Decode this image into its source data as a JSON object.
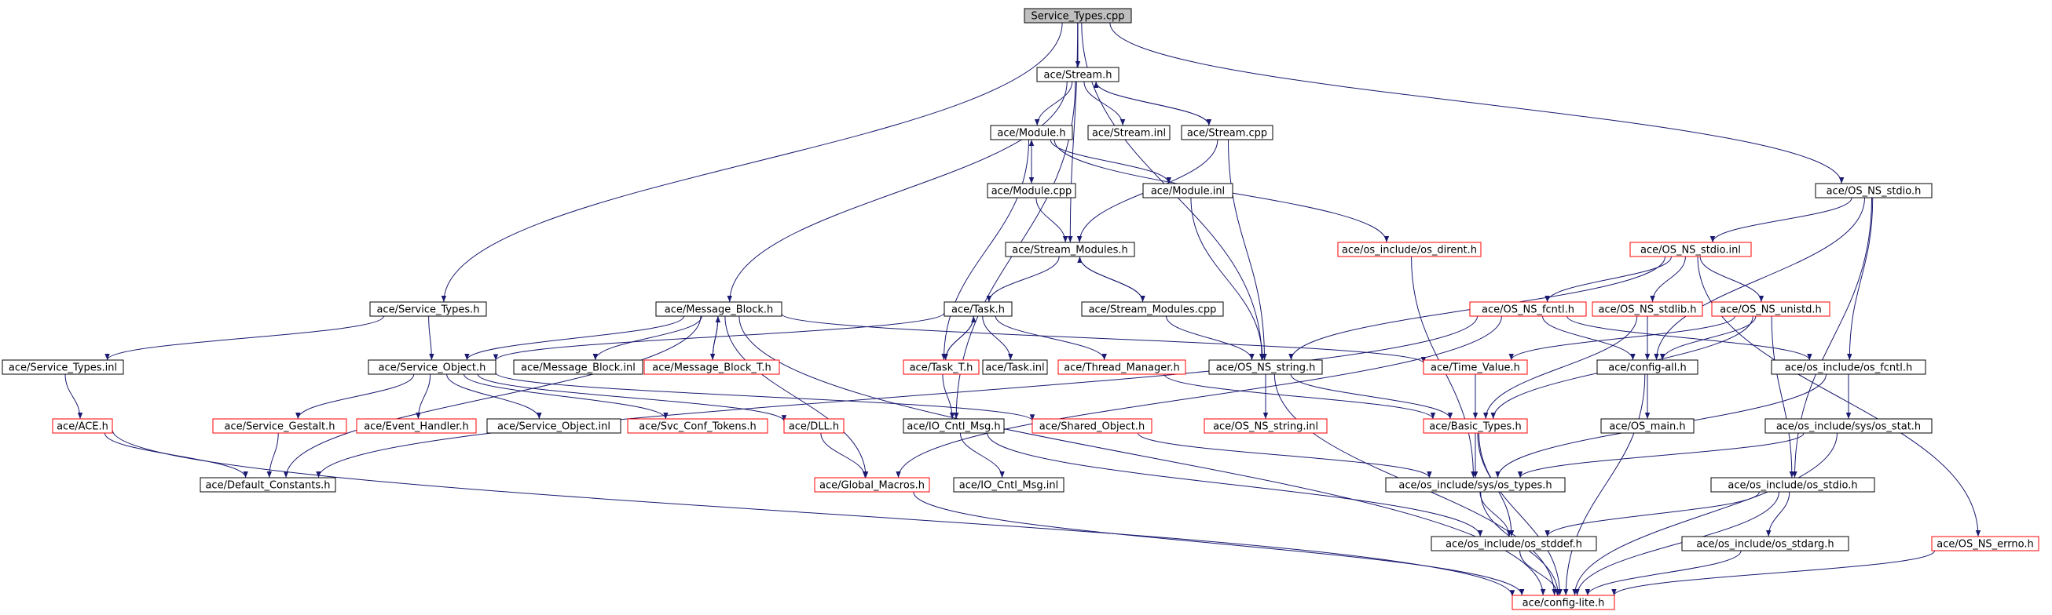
{
  "colors": {
    "edge": "#191970",
    "node_border_normal": "#000000",
    "node_border_missing": "#ff0000",
    "root_fill": "#bfbfbf",
    "node_fill": "#ffffff",
    "text": "#000000"
  },
  "nodes": [
    {
      "id": "root",
      "label": "Service_Types.cpp",
      "kind": "root"
    },
    {
      "id": "stream_h",
      "label": "ace/Stream.h",
      "kind": "normal"
    },
    {
      "id": "module_h",
      "label": "ace/Module.h",
      "kind": "normal"
    },
    {
      "id": "stream_inl",
      "label": "ace/Stream.inl",
      "kind": "normal"
    },
    {
      "id": "stream_cpp",
      "label": "ace/Stream.cpp",
      "kind": "normal"
    },
    {
      "id": "module_cpp",
      "label": "ace/Module.cpp",
      "kind": "normal"
    },
    {
      "id": "module_inl",
      "label": "ace/Module.inl",
      "kind": "normal"
    },
    {
      "id": "os_dirent",
      "label": "ace/os_include/os_dirent.h",
      "kind": "missing"
    },
    {
      "id": "os_ns_stdio_h",
      "label": "ace/OS_NS_stdio.h",
      "kind": "normal"
    },
    {
      "id": "stream_modules_h",
      "label": "ace/Stream_Modules.h",
      "kind": "normal"
    },
    {
      "id": "os_ns_stdio_inl",
      "label": "ace/OS_NS_stdio.inl",
      "kind": "missing"
    },
    {
      "id": "service_types_h",
      "label": "ace/Service_Types.h",
      "kind": "normal"
    },
    {
      "id": "message_block_h",
      "label": "ace/Message_Block.h",
      "kind": "normal"
    },
    {
      "id": "task_h",
      "label": "ace/Task.h",
      "kind": "normal"
    },
    {
      "id": "stream_modules_cpp",
      "label": "ace/Stream_Modules.cpp",
      "kind": "normal"
    },
    {
      "id": "os_ns_fcntl",
      "label": "ace/OS_NS_fcntl.h",
      "kind": "missing"
    },
    {
      "id": "os_ns_stdlib",
      "label": "ace/OS_NS_stdlib.h",
      "kind": "missing"
    },
    {
      "id": "os_ns_unistd",
      "label": "ace/OS_NS_unistd.h",
      "kind": "missing"
    },
    {
      "id": "service_types_inl",
      "label": "ace/Service_Types.inl",
      "kind": "normal"
    },
    {
      "id": "service_object_h",
      "label": "ace/Service_Object.h",
      "kind": "normal"
    },
    {
      "id": "message_block_inl",
      "label": "ace/Message_Block.inl",
      "kind": "normal"
    },
    {
      "id": "message_block_t",
      "label": "ace/Message_Block_T.h",
      "kind": "missing"
    },
    {
      "id": "task_t",
      "label": "ace/Task_T.h",
      "kind": "missing"
    },
    {
      "id": "task_inl",
      "label": "ace/Task.inl",
      "kind": "normal"
    },
    {
      "id": "thread_manager",
      "label": "ace/Thread_Manager.h",
      "kind": "missing"
    },
    {
      "id": "os_ns_string_h",
      "label": "ace/OS_NS_string.h",
      "kind": "normal"
    },
    {
      "id": "time_value",
      "label": "ace/Time_Value.h",
      "kind": "missing"
    },
    {
      "id": "config_all",
      "label": "ace/config-all.h",
      "kind": "normal"
    },
    {
      "id": "os_fcntl",
      "label": "ace/os_include/os_fcntl.h",
      "kind": "normal"
    },
    {
      "id": "ace_h",
      "label": "ace/ACE.h",
      "kind": "missing"
    },
    {
      "id": "service_gestalt",
      "label": "ace/Service_Gestalt.h",
      "kind": "missing"
    },
    {
      "id": "event_handler",
      "label": "ace/Event_Handler.h",
      "kind": "missing"
    },
    {
      "id": "service_object_inl",
      "label": "ace/Service_Object.inl",
      "kind": "normal"
    },
    {
      "id": "svc_conf_tokens",
      "label": "ace/Svc_Conf_Tokens.h",
      "kind": "missing"
    },
    {
      "id": "dll_h",
      "label": "ace/DLL.h",
      "kind": "missing"
    },
    {
      "id": "io_cntl_msg_h",
      "label": "ace/IO_Cntl_Msg.h",
      "kind": "normal"
    },
    {
      "id": "shared_object",
      "label": "ace/Shared_Object.h",
      "kind": "missing"
    },
    {
      "id": "os_ns_string_inl",
      "label": "ace/OS_NS_string.inl",
      "kind": "missing"
    },
    {
      "id": "basic_types",
      "label": "ace/Basic_Types.h",
      "kind": "missing"
    },
    {
      "id": "os_main",
      "label": "ace/OS_main.h",
      "kind": "normal"
    },
    {
      "id": "os_stat",
      "label": "ace/os_include/sys/os_stat.h",
      "kind": "normal"
    },
    {
      "id": "default_constants",
      "label": "ace/Default_Constants.h",
      "kind": "normal"
    },
    {
      "id": "global_macros",
      "label": "ace/Global_Macros.h",
      "kind": "missing"
    },
    {
      "id": "io_cntl_msg_inl",
      "label": "ace/IO_Cntl_Msg.inl",
      "kind": "normal"
    },
    {
      "id": "os_types",
      "label": "ace/os_include/sys/os_types.h",
      "kind": "normal"
    },
    {
      "id": "os_stdio",
      "label": "ace/os_include/os_stdio.h",
      "kind": "normal"
    },
    {
      "id": "os_stddef",
      "label": "ace/os_include/os_stddef.h",
      "kind": "normal"
    },
    {
      "id": "os_stdarg",
      "label": "ace/os_include/os_stdarg.h",
      "kind": "normal"
    },
    {
      "id": "os_ns_errno",
      "label": "ace/OS_NS_errno.h",
      "kind": "missing"
    },
    {
      "id": "config_lite",
      "label": "ace/config-lite.h",
      "kind": "missing"
    }
  ],
  "edges": [
    [
      "root",
      "stream_h"
    ],
    [
      "root",
      "service_types_h"
    ],
    [
      "root",
      "stream_modules_h"
    ],
    [
      "root",
      "os_ns_string_h"
    ],
    [
      "root",
      "os_ns_stdio_h"
    ],
    [
      "stream_h",
      "module_h"
    ],
    [
      "stream_h",
      "stream_inl"
    ],
    [
      "stream_h",
      "stream_cpp"
    ],
    [
      "stream_h",
      "message_block_h"
    ],
    [
      "stream_h",
      "io_cntl_msg_h"
    ],
    [
      "stream_cpp",
      "stream_h"
    ],
    [
      "stream_cpp",
      "stream_modules_h"
    ],
    [
      "stream_cpp",
      "os_ns_string_h"
    ],
    [
      "module_h",
      "module_cpp"
    ],
    [
      "module_h",
      "module_inl"
    ],
    [
      "module_h",
      "os_dirent"
    ],
    [
      "module_h",
      "task_t"
    ],
    [
      "module_cpp",
      "module_h"
    ],
    [
      "module_cpp",
      "stream_modules_h"
    ],
    [
      "module_inl",
      "os_ns_string_h"
    ],
    [
      "os_dirent",
      "os_types"
    ],
    [
      "stream_modules_h",
      "task_h"
    ],
    [
      "stream_modules_h",
      "stream_modules_cpp"
    ],
    [
      "stream_modules_cpp",
      "stream_modules_h"
    ],
    [
      "stream_modules_cpp",
      "os_ns_string_h"
    ],
    [
      "os_ns_stdio_h",
      "os_ns_stdio_inl"
    ],
    [
      "os_ns_stdio_h",
      "config_all"
    ],
    [
      "os_ns_stdio_h",
      "os_fcntl"
    ],
    [
      "os_ns_stdio_h",
      "os_stdio"
    ],
    [
      "os_ns_stdio_inl",
      "os_ns_string_h"
    ],
    [
      "os_ns_stdio_inl",
      "os_ns_fcntl"
    ],
    [
      "os_ns_stdio_inl",
      "os_ns_stdlib"
    ],
    [
      "os_ns_stdio_inl",
      "os_ns_unistd"
    ],
    [
      "os_ns_stdio_inl",
      "os_ns_errno"
    ],
    [
      "service_types_h",
      "service_types_inl"
    ],
    [
      "service_types_h",
      "service_object_h"
    ],
    [
      "service_types_inl",
      "ace_h"
    ],
    [
      "message_block_h",
      "service_object_h"
    ],
    [
      "message_block_h",
      "message_block_inl"
    ],
    [
      "message_block_h",
      "message_block_t"
    ],
    [
      "message_block_h",
      "time_value"
    ],
    [
      "message_block_h",
      "default_constants"
    ],
    [
      "message_block_h",
      "global_macros"
    ],
    [
      "message_block_h",
      "config_lite"
    ],
    [
      "message_block_t",
      "message_block_h"
    ],
    [
      "task_h",
      "service_object_h"
    ],
    [
      "task_h",
      "task_t"
    ],
    [
      "task_h",
      "task_inl"
    ],
    [
      "task_h",
      "thread_manager"
    ],
    [
      "task_t",
      "task_h"
    ],
    [
      "task_t",
      "io_cntl_msg_h"
    ],
    [
      "thread_manager",
      "basic_types"
    ],
    [
      "service_object_h",
      "service_gestalt"
    ],
    [
      "service_object_h",
      "event_handler"
    ],
    [
      "service_object_h",
      "service_object_inl"
    ],
    [
      "service_object_h",
      "svc_conf_tokens"
    ],
    [
      "service_object_h",
      "dll_h"
    ],
    [
      "service_object_h",
      "shared_object"
    ],
    [
      "service_gestalt",
      "default_constants"
    ],
    [
      "dll_h",
      "global_macros"
    ],
    [
      "shared_object",
      "os_types"
    ],
    [
      "ace_h",
      "default_constants"
    ],
    [
      "ace_h",
      "config_lite"
    ],
    [
      "io_cntl_msg_h",
      "io_cntl_msg_inl"
    ],
    [
      "io_cntl_msg_h",
      "os_stddef"
    ],
    [
      "global_macros",
      "config_lite"
    ],
    [
      "os_ns_string_h",
      "os_ns_string_inl"
    ],
    [
      "os_ns_string_h",
      "basic_types"
    ],
    [
      "os_ns_string_h",
      "config_lite"
    ],
    [
      "os_ns_fcntl",
      "config_all"
    ],
    [
      "os_ns_fcntl",
      "default_constants"
    ],
    [
      "os_ns_fcntl",
      "global_macros"
    ],
    [
      "os_ns_fcntl",
      "os_fcntl"
    ],
    [
      "os_ns_stdlib",
      "config_all"
    ],
    [
      "os_ns_stdlib",
      "basic_types"
    ],
    [
      "os_ns_unistd",
      "time_value"
    ],
    [
      "os_ns_unistd",
      "config_all"
    ],
    [
      "os_ns_unistd",
      "basic_types"
    ],
    [
      "os_ns_unistd",
      "os_stdio"
    ],
    [
      "time_value",
      "basic_types"
    ],
    [
      "config_all",
      "os_main"
    ],
    [
      "config_all",
      "config_lite"
    ],
    [
      "os_fcntl",
      "os_stat"
    ],
    [
      "os_fcntl",
      "os_types"
    ],
    [
      "os_stat",
      "os_types"
    ],
    [
      "os_stat",
      "config_lite"
    ],
    [
      "basic_types",
      "os_types"
    ],
    [
      "basic_types",
      "os_stddef"
    ],
    [
      "basic_types",
      "config_lite"
    ],
    [
      "os_types",
      "os_stddef"
    ],
    [
      "os_types",
      "config_lite"
    ],
    [
      "os_stdio",
      "os_stddef"
    ],
    [
      "os_stdio",
      "os_stdarg"
    ],
    [
      "os_stdio",
      "config_lite"
    ],
    [
      "os_stdarg",
      "config_lite"
    ],
    [
      "os_stddef",
      "config_lite"
    ],
    [
      "os_ns_errno",
      "config_lite"
    ]
  ]
}
